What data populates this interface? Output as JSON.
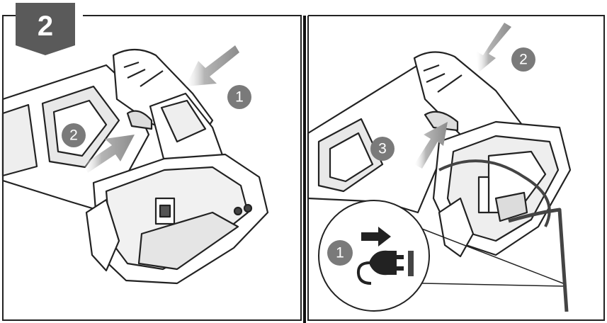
{
  "step": {
    "number": "2"
  },
  "left_panel": {
    "callouts": [
      {
        "label": "1",
        "target": "battery-release-button"
      },
      {
        "label": "2",
        "target": "battery-pack"
      }
    ]
  },
  "right_panel": {
    "callouts": [
      {
        "label": "2",
        "target": "housing-top"
      },
      {
        "label": "3",
        "target": "housing-front"
      }
    ],
    "inset": {
      "label": "1",
      "icon": "unplug-charger-icon"
    }
  },
  "colors": {
    "line": "#222222",
    "callout_fill": "#7a7a7a",
    "arrow_fill": "#8c8c8c",
    "badge_fill": "#5a5a5a",
    "tool_shade": "#e2e2e2"
  }
}
